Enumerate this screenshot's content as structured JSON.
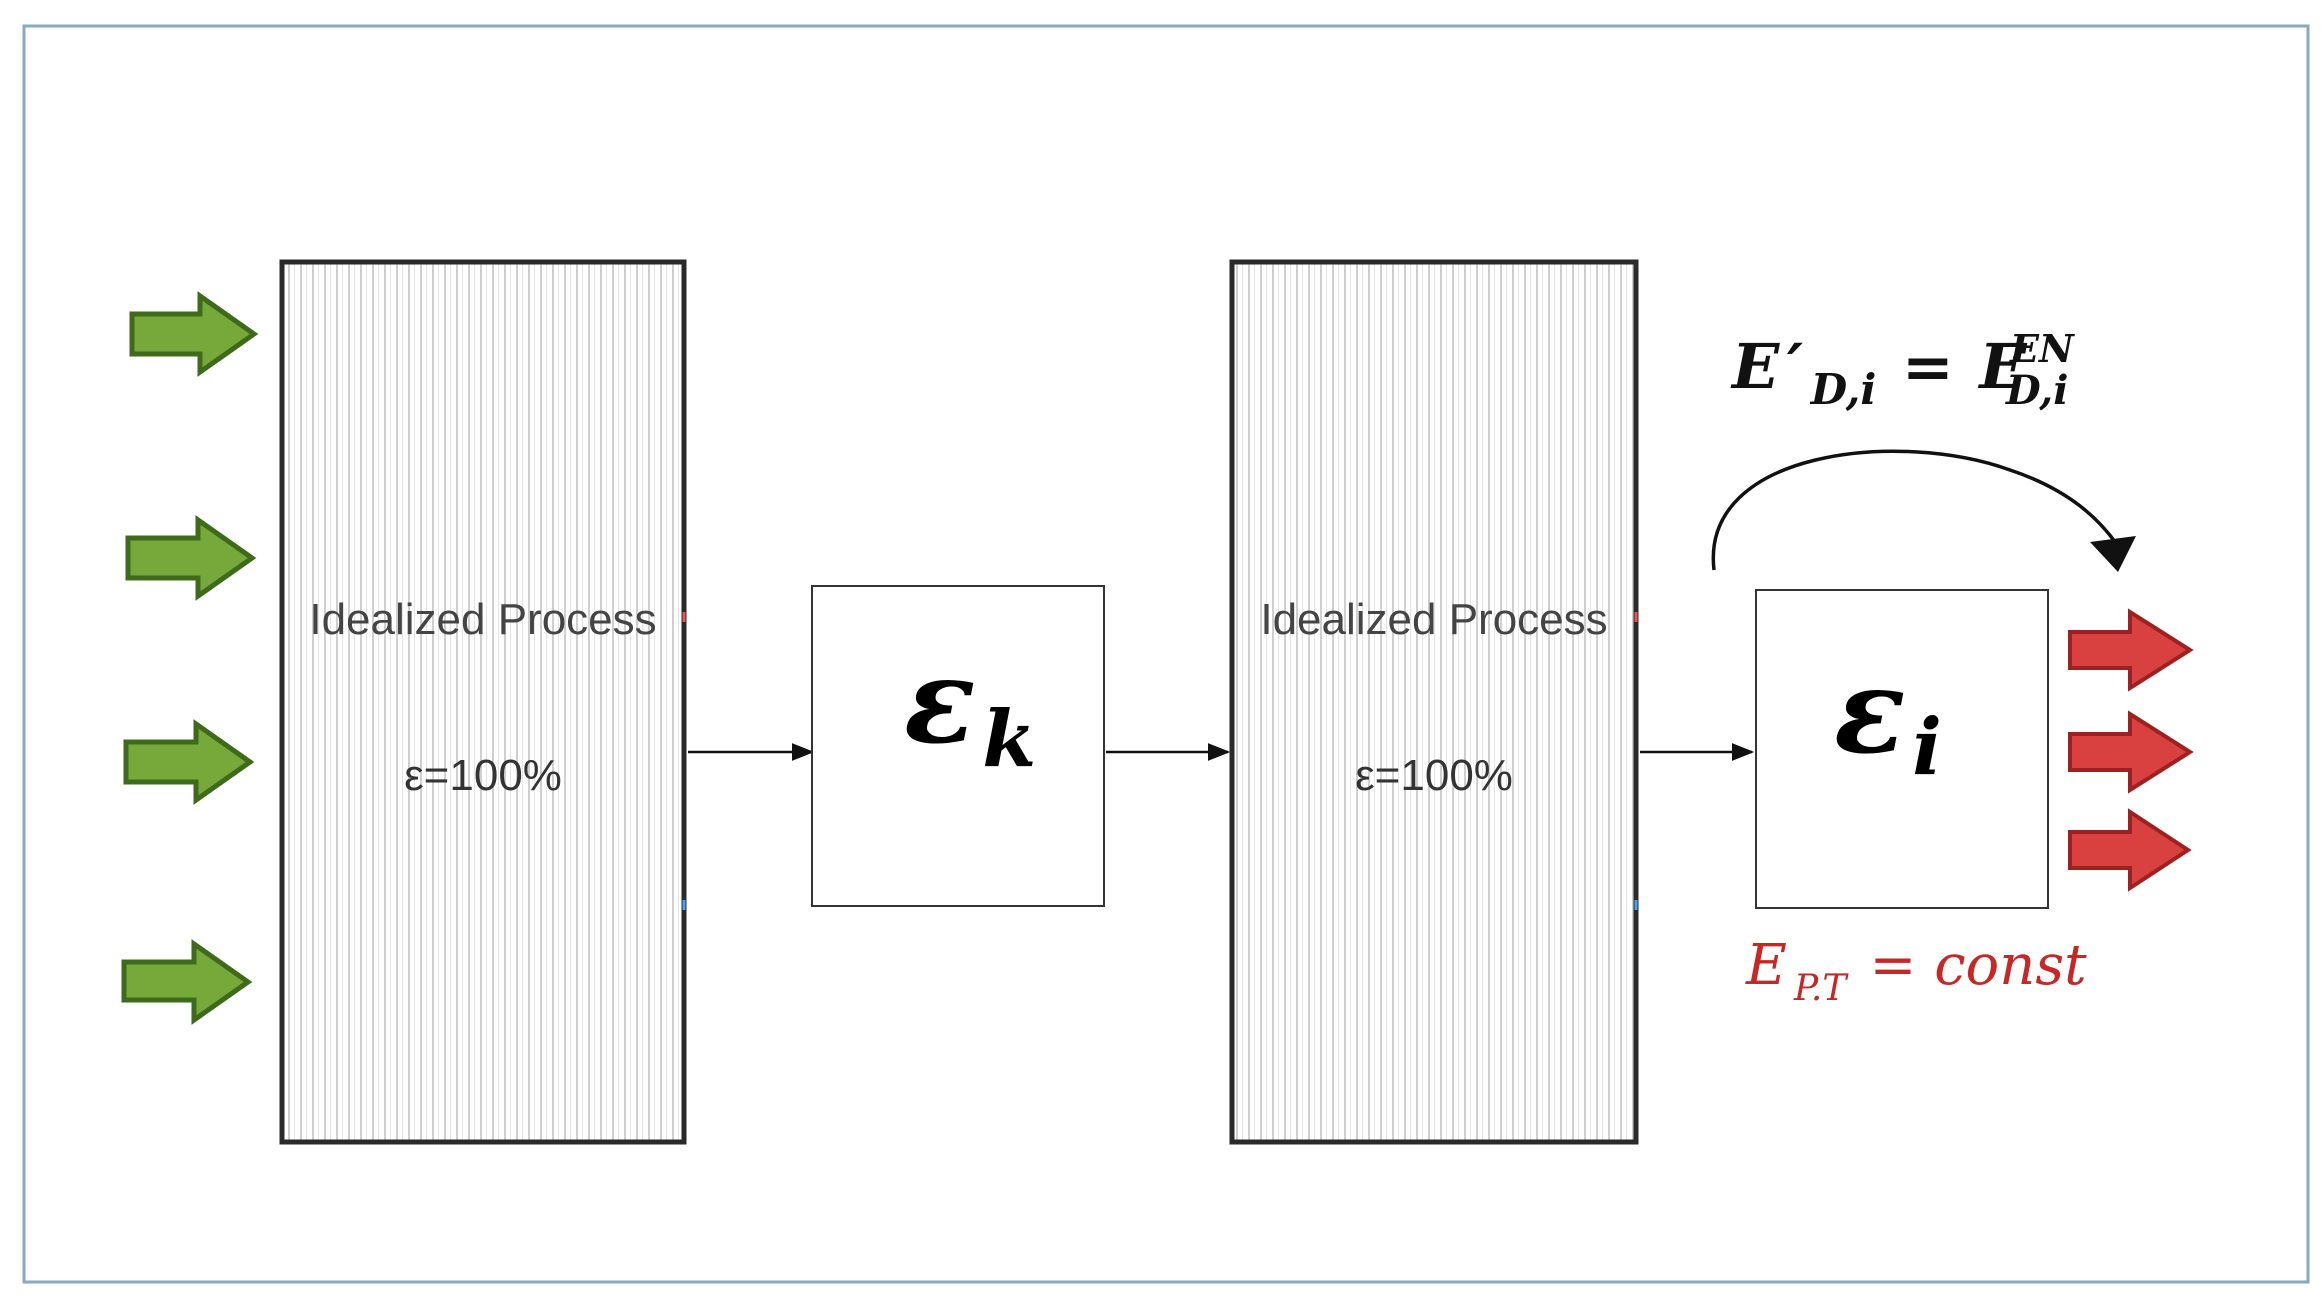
{
  "process_left": {
    "title": "Idealized Process",
    "efficiency": "ε=100%"
  },
  "process_right": {
    "title": "Idealized Process",
    "efficiency": "ε=100%"
  },
  "box_k": {
    "symbol": "ε",
    "subscript": "k"
  },
  "box_i": {
    "symbol": "ε",
    "subscript": "i"
  },
  "equation_top": {
    "lhs_main": "E",
    "lhs_prime": "′",
    "lhs_sub": "D,i",
    "operator": "=",
    "rhs_main": "E",
    "rhs_sup": "EN",
    "rhs_sub": "D,i"
  },
  "equation_bottom": {
    "lhs_main": "E",
    "lhs_sub": "P.T",
    "rhs": "= const"
  },
  "colors": {
    "input_arrow_fill": "#77a83a",
    "input_arrow_stroke": "#3f6a1c",
    "output_arrow_fill": "#d94040",
    "output_arrow_stroke": "#9e2020",
    "equation_red": "#c62828",
    "frame_border": "#8aaab8"
  },
  "icons": {
    "input_arrows": "green-right-arrow",
    "output_arrows": "red-right-arrow",
    "feedback_arrow": "curved-arrow"
  }
}
